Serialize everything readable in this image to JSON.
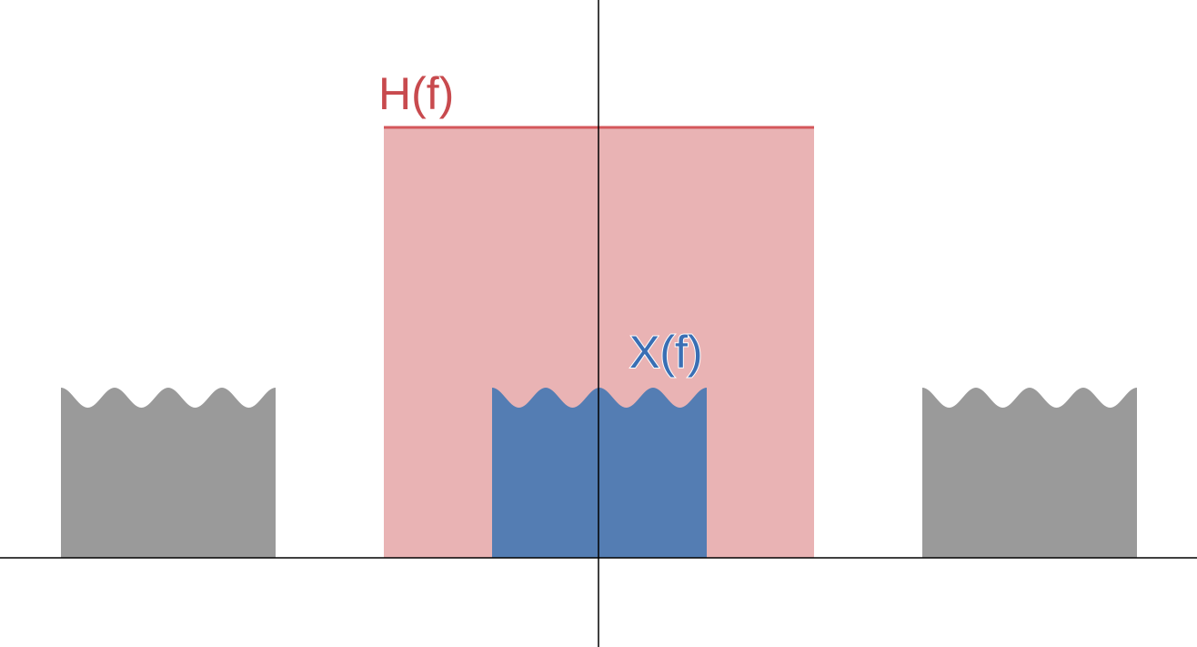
{
  "labels": {
    "filter": "H(f)",
    "signal": "X(f)"
  },
  "colors": {
    "filter_fill": "#e9b3b4",
    "filter_line": "#d4575b",
    "filter_text": "#c84a4e",
    "signal_fill": "#547db3",
    "signal_text": "#3a6fb4",
    "replica_fill": "#9a9a9a",
    "axis": "#000000",
    "background": "#ffffff"
  },
  "spectrum": {
    "replicas": 2,
    "ripples_per_band": 4
  }
}
